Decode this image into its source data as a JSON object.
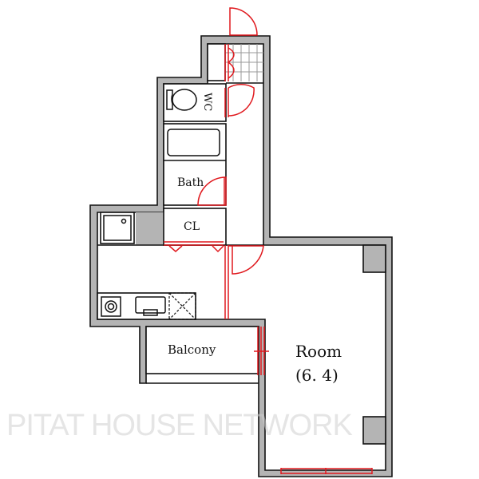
{
  "floorplan": {
    "rooms": {
      "wc": "WC",
      "bath": "Bath",
      "closet": "CL",
      "balcony": "Balcony",
      "room": "Room",
      "room_size": "(6. 4)"
    },
    "watermark": "PITAT HOUSE NETWORK",
    "colors": {
      "wall": "#b4b4b4",
      "door_window": "#e0191e",
      "line": "#111111"
    }
  }
}
